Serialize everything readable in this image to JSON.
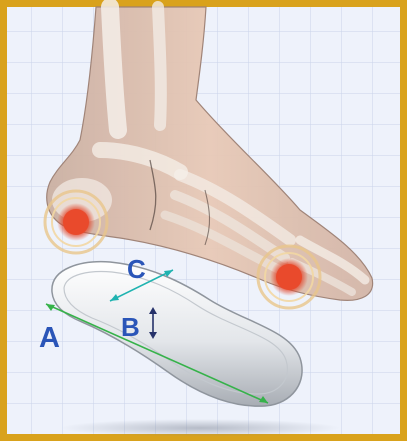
{
  "labels": {
    "a": "A",
    "b": "B",
    "c": "C"
  },
  "colors": {
    "frame": "#d9a21c",
    "background": "#eef2fb",
    "grid": "#c9d3ea",
    "label_blue": "#2a55b8",
    "measure_green": "#36b24a",
    "measure_teal": "#1fb3b0",
    "measure_navy": "#26326a",
    "pain_point": "#e2452a"
  },
  "icons": {
    "heel_pain": "pain-point-icon",
    "forefoot_pain": "pain-point-icon"
  }
}
